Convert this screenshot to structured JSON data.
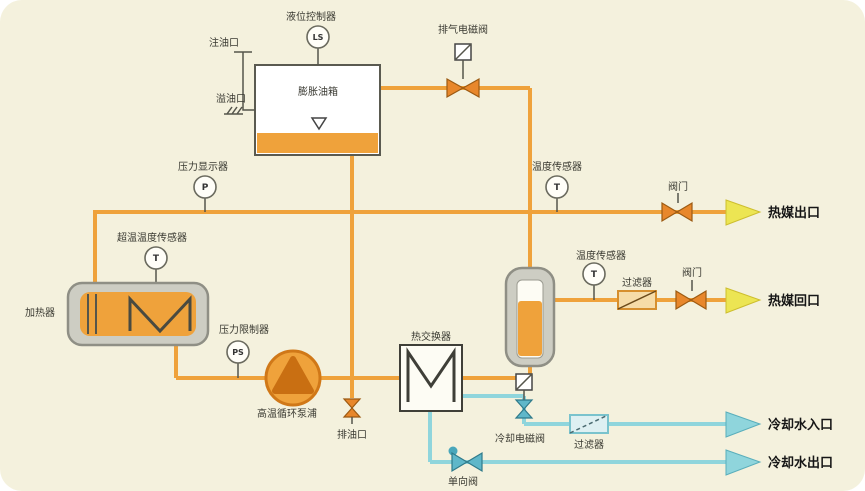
{
  "diagram": {
    "type": "process-piping-diagram",
    "system": "thermal oil heating circulation system"
  },
  "colors": {
    "background": "#f4f1dd",
    "pipe_hot": "#efa23b",
    "pipe_cool": "#8fd5dc",
    "arrow_hot": "#ece553",
    "arrow_cool": "#8fd5dc",
    "equipment_gray": "#cdcdc3",
    "valve_hot": "#e8872b",
    "valve_cool": "#5fb7c9",
    "liquid_orange": "#efa23b"
  },
  "labels": {
    "level_controller": "液位控制器",
    "fill_port": "注油口",
    "overflow_port": "溢油口",
    "expansion_tank": "膨胀油箱",
    "exhaust_solenoid_valve": "排气电磁阀",
    "pressure_display": "压力显示器",
    "temp_sensor_outlet": "温度传感器",
    "valve_outlet": "阀门",
    "hot_medium_outlet": "热媒出口",
    "overtemp_sensor": "超温温度传感器",
    "heater": "加热器",
    "pressure_limiter": "压力限制器",
    "pump": "高温循环泵浦",
    "heat_exchanger": "热交换器",
    "oil_drain_port": "排油口",
    "temp_sensor_return": "温度传感器",
    "filter_return": "过滤器",
    "valve_return": "阀门",
    "hot_medium_return": "热媒回口",
    "cooling_solenoid_valve": "冷却电磁阀",
    "filter_cooling": "过滤器",
    "cooling_water_inlet": "冷却水入口",
    "check_valve": "单向阀",
    "cooling_water_outlet": "冷却水出口"
  },
  "sensor_tags": {
    "level": "LS",
    "pressure": "P",
    "temperature": "T",
    "pressure_switch": "PS"
  }
}
